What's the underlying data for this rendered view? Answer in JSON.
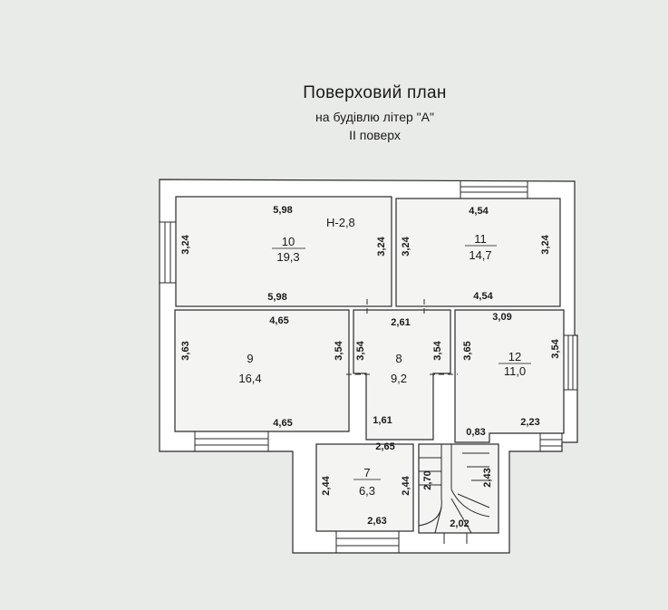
{
  "title": "Поверховий план",
  "subtitle": "на будівлю літер \"А\"",
  "floor": "II поверх",
  "height_label": "Н-2,8",
  "rooms": [
    {
      "id": "r10",
      "number": "10",
      "area": "19,3"
    },
    {
      "id": "r11",
      "number": "11",
      "area": "14,7"
    },
    {
      "id": "r9",
      "number": "9",
      "area": "16,4"
    },
    {
      "id": "r8",
      "number": "8",
      "area": "9,2"
    },
    {
      "id": "r12",
      "number": "12",
      "area": "11,0"
    },
    {
      "id": "r7",
      "number": "7",
      "area": "6,3"
    }
  ],
  "dimensions": {
    "r10_top": "5,98",
    "r10_bottom": "5,98",
    "r10_left": "3,24",
    "r10_right": "3,24",
    "r11_top": "4,54",
    "r11_bottom": "4,54",
    "r11_left": "3,24",
    "r11_right": "3,24",
    "r9_top": "4,65",
    "r9_bottom": "4,65",
    "r9_left": "3,63",
    "r9_right": "3,54",
    "r8_top": "2,61",
    "r8_left": "3,54",
    "r8_right": "3,54",
    "r8_bottom": "1,61",
    "r12_top": "3,09",
    "r12_left": "3,65",
    "r12_right": "3,54",
    "r12_bottom_left": "0,83",
    "r12_bottom": "2,23",
    "r7_top": "2,65",
    "r7_left": "2,44",
    "r7_right": "2,44",
    "r7_bottom": "2,63",
    "stair_left": "2,70",
    "stair_right": "2,43",
    "stair_bottom": "2,02"
  },
  "colors": {
    "line": "#2a2a2a",
    "wall": "#ffffff",
    "page": "#e9ebe8",
    "ink": "#1a1a1a"
  }
}
